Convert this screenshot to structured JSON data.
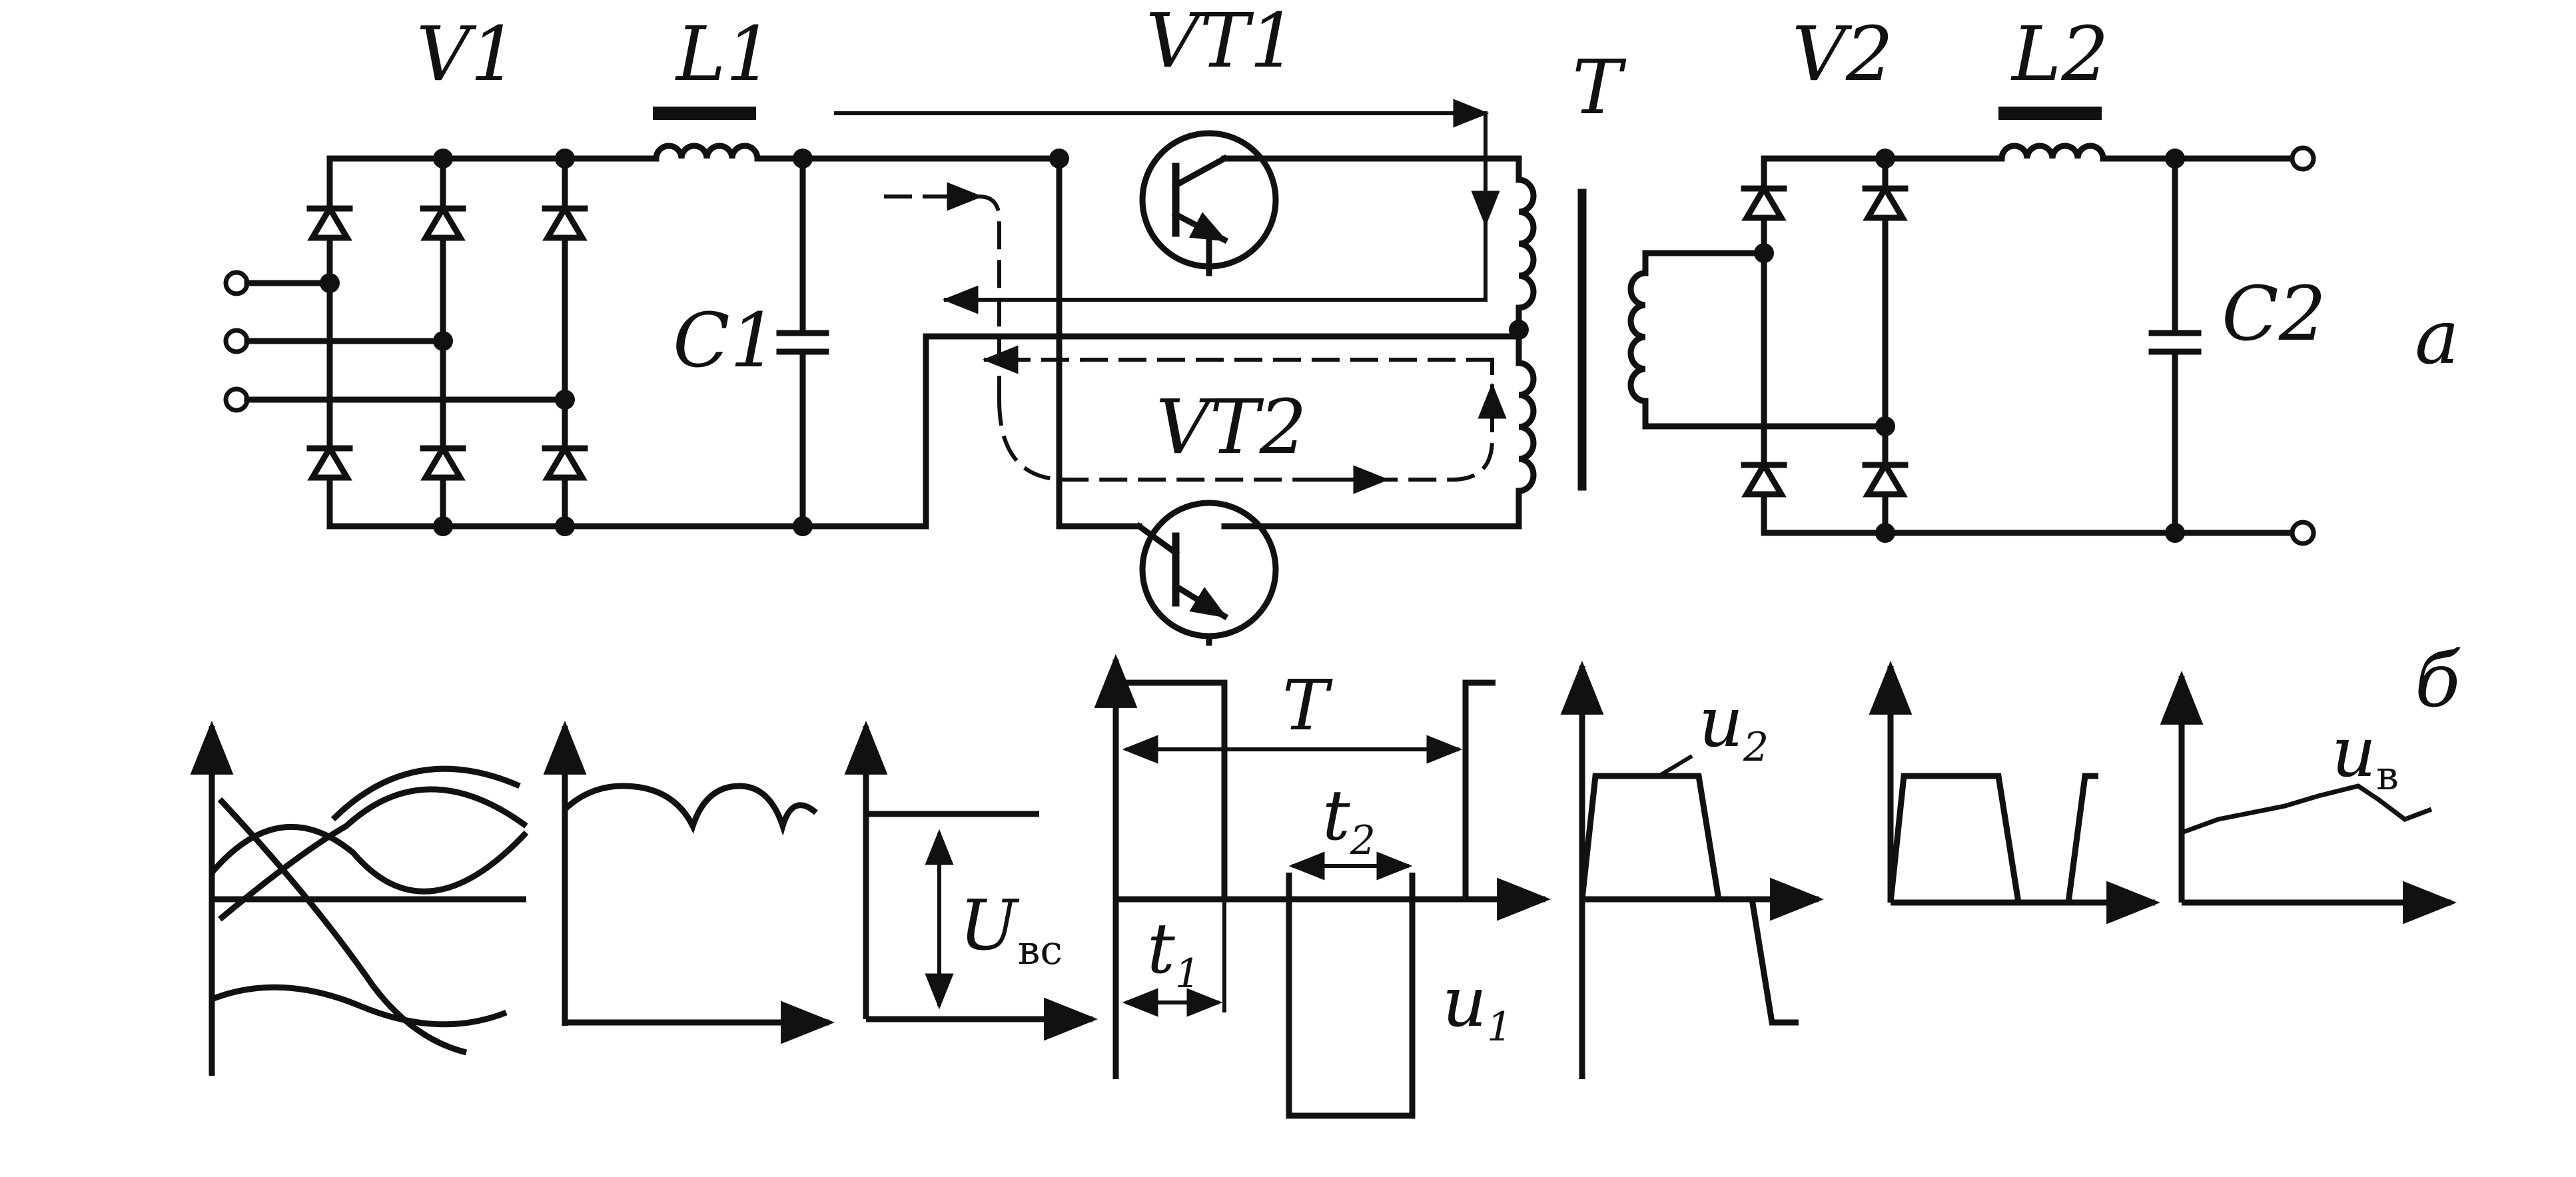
{
  "circuit": {
    "labels": {
      "v1": "V1",
      "l1": "L1",
      "vt1": "VT1",
      "t": "T",
      "v2": "V2",
      "l2": "L2",
      "c1": "C1",
      "c2": "C2",
      "vt2": "VT2",
      "a": "а"
    }
  },
  "waveforms": {
    "b": "б",
    "t_period": "T",
    "t1": "t",
    "t1_sub": "1",
    "t2": "t",
    "t2_sub": "2",
    "u1": "u",
    "u1_sub": "1",
    "u2": "u",
    "u2_sub": "2",
    "ubc": "U",
    "ubc_sub": "вс",
    "ub": "u",
    "ub_sub": "в"
  },
  "colors": {
    "ink": "#111111",
    "paper": "#ffffff"
  }
}
